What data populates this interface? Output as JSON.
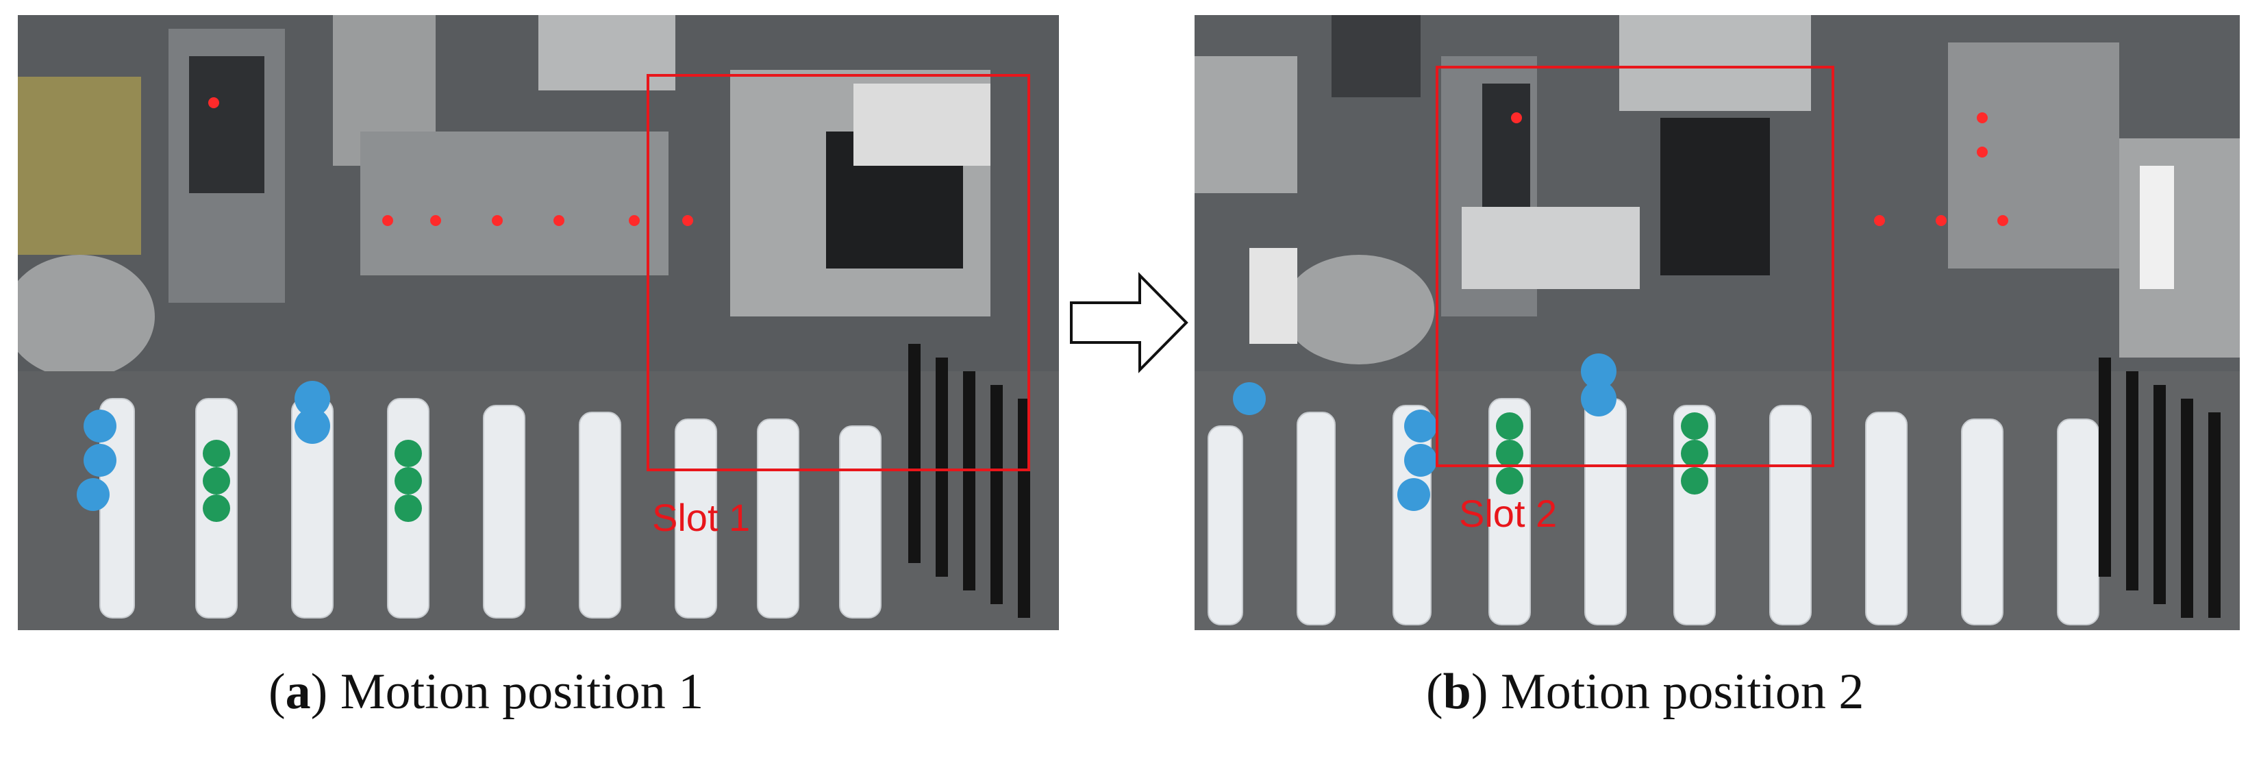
{
  "figure": {
    "panels": [
      {
        "id": "a",
        "letter": "a",
        "caption_text": "Motion position 1",
        "region_label": "Slot 1"
      },
      {
        "id": "b",
        "letter": "b",
        "caption_text": "Motion position 2",
        "region_label": "Slot 2"
      }
    ],
    "colors": {
      "highlight": "#e8161b",
      "caption_text": "#111111",
      "background": "#ffffff"
    },
    "icons": {
      "transition": "right-arrow-outline-icon"
    }
  }
}
